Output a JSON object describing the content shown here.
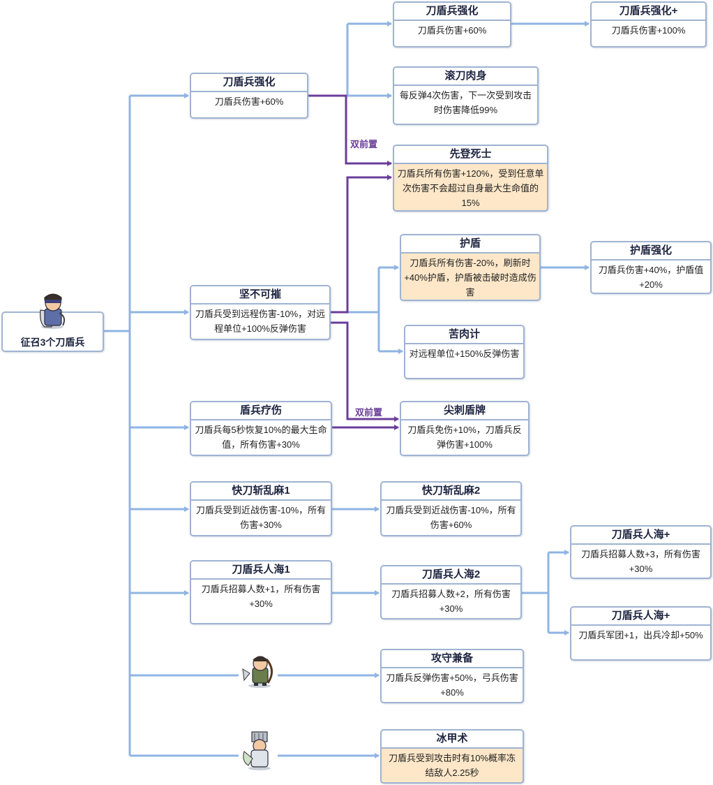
{
  "root": {
    "title": "征召3个刀盾兵"
  },
  "icons": {
    "root": "shield-soldier-icon",
    "unit_a": "archer-soldier-icon",
    "unit_b": "ice-mage-icon"
  },
  "colors": {
    "connector": "#8fb4e3",
    "dual_prereq": "#6a3d9a",
    "highlight_bg": "#fde7c8",
    "border": "#9fb3d2"
  },
  "dual_prereq_label": "双前置",
  "nodes": {
    "n1": {
      "title": "刀盾兵强化",
      "desc": "刀盾兵伤害+60%"
    },
    "n2": {
      "title": "刀盾兵强化",
      "desc": "刀盾兵伤害+60%"
    },
    "n3": {
      "title": "刀盾兵强化+",
      "desc": "刀盾兵伤害+100%"
    },
    "n4": {
      "title": "滚刀肉身",
      "desc": "每反弹4次伤害，下一次受到攻击时伤害降低99%"
    },
    "n5": {
      "title": "先登死士",
      "desc": "刀盾兵所有伤害+120%，受到任意单次伤害不会超过自身最大生命值的15%"
    },
    "n6": {
      "title": "护盾",
      "desc": "刀盾兵所有伤害-20%，刷新时+40%护盾，护盾被击破时造成伤害"
    },
    "n7": {
      "title": "护盾强化",
      "desc": "刀盾兵伤害+40%，护盾值+20%"
    },
    "n8": {
      "title": "坚不可摧",
      "desc": "刀盾兵受到远程伤害-10%，对远程单位+100%反弹伤害"
    },
    "n9": {
      "title": "苦肉计",
      "desc": "对远程单位+150%反弹伤害"
    },
    "n10": {
      "title": "盾兵疗伤",
      "desc": "刀盾兵每5秒恢复10%的最大生命值，所有伤害+30%"
    },
    "n11": {
      "title": "尖刺盾牌",
      "desc": "刀盾兵免伤+10%，刀盾兵反弹伤害+100%"
    },
    "n12": {
      "title": "快刀斩乱麻1",
      "desc": "刀盾兵受到近战伤害-10%，所有伤害+30%"
    },
    "n13": {
      "title": "快刀斩乱麻2",
      "desc": "刀盾兵受到近战伤害-10%，所有伤害+60%"
    },
    "n14": {
      "title": "刀盾兵人海1",
      "desc": "刀盾兵招募人数+1，所有伤害+30%"
    },
    "n15": {
      "title": "刀盾兵人海2",
      "desc": "刀盾兵招募人数+2，所有伤害+30%"
    },
    "n16": {
      "title": "刀盾兵人海+",
      "desc": "刀盾兵招募人数+3，所有伤害+30%"
    },
    "n17": {
      "title": "刀盾兵人海+",
      "desc": "刀盾兵军团+1，出兵冷却+50%"
    },
    "n18": {
      "title": "攻守兼备",
      "desc": "刀盾兵反弹伤害+50%，弓兵伤害+80%"
    },
    "n19": {
      "title": "冰甲术",
      "desc": "刀盾兵受到攻击时有10%概率冻结敌人2.25秒"
    }
  }
}
